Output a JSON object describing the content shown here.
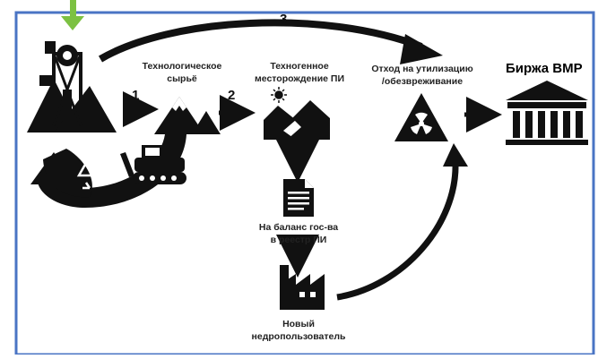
{
  "steps": {
    "one": "1",
    "two": "2",
    "three": "3"
  },
  "nodes": {
    "tech_raw": "Технологическое\nсырьё",
    "deposit": "Техногенное\nместорождение ПИ",
    "waste": "Отход на утилизацию\n/обезвреживание",
    "exchange": "Биржа ВМР",
    "balance": "На баланс гос-ва\nв реестр ПИ",
    "new_user": "Новый\nнедропользователь"
  },
  "icons": {
    "mine": "mine-headframe-icon",
    "mountain": "mountain-icon",
    "deposit": "deposit-rocks-icon",
    "sun": "sun-icon",
    "radiation": "radiation-icon",
    "bank": "bank-building-icon",
    "document": "document-icon",
    "factory": "factory-icon",
    "bulldozer": "bulldozer-icon",
    "recycle": "recycle-icon"
  },
  "colors": {
    "frame": "#4a74c4",
    "entry_arrow": "#7cc142",
    "ink": "#111111"
  }
}
